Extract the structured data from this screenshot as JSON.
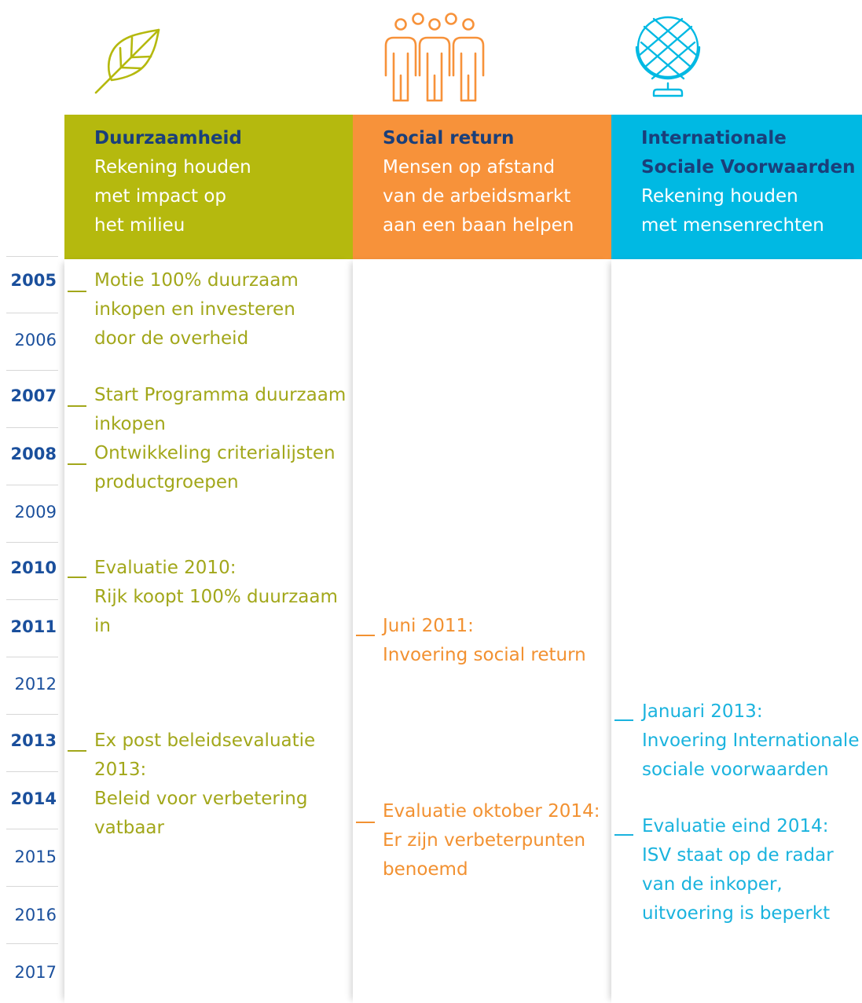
{
  "colors": {
    "green": "#b5b90e",
    "orange": "#f7923a",
    "cyan": "#00b9e3",
    "navy": "#1a3f7a"
  },
  "icons": [
    "leaf-icon",
    "people-icon",
    "globe-icon"
  ],
  "columns": [
    {
      "title": "Duurzaamheid",
      "desc": [
        "Rekening houden",
        "met impact op",
        "het milieu"
      ]
    },
    {
      "title": "Social return",
      "desc": [
        "Mensen op afstand",
        "van de arbeidsmarkt",
        "aan een baan helpen"
      ]
    },
    {
      "title_lines": [
        "Internationale",
        "Sociale Voorwaarden"
      ],
      "desc": [
        "Rekening houden",
        "met mensenrechten"
      ]
    }
  ],
  "years": [
    "2005",
    "2006",
    "2007",
    "2008",
    "2009",
    "2010",
    "2011",
    "2012",
    "2013",
    "2014",
    "2015",
    "2016",
    "2017"
  ],
  "events": {
    "duurzaamheid": [
      {
        "lines": [
          "Motie 100% duurzaam",
          "inkopen en investeren",
          "door de overheid"
        ]
      },
      {
        "lines": [
          "Start Programma duurzaam",
          "inkopen"
        ]
      },
      {
        "lines": [
          "Ontwikkeling criterialijsten",
          "productgroepen"
        ]
      },
      {
        "lines": [
          "Evaluatie 2010:",
          "Rijk koopt 100% duurzaam",
          "in"
        ]
      },
      {
        "lines": [
          "Ex post beleidsevaluatie",
          "2013:",
          "Beleid voor verbetering",
          "vatbaar"
        ]
      }
    ],
    "social_return": [
      {
        "lines": [
          "Juni 2011:",
          "Invoering social return"
        ]
      },
      {
        "lines": [
          "Evaluatie oktober 2014:",
          "Er zijn verbeterpunten",
          "benoemd"
        ]
      }
    ],
    "isv": [
      {
        "lines": [
          "Januari 2013:",
          "Invoering Internationale",
          "sociale voorwaarden"
        ]
      },
      {
        "lines": [
          "Evaluatie eind 2014:",
          "ISV staat op de radar",
          "van de inkoper,",
          "uitvoering is beperkt"
        ]
      }
    ]
  }
}
